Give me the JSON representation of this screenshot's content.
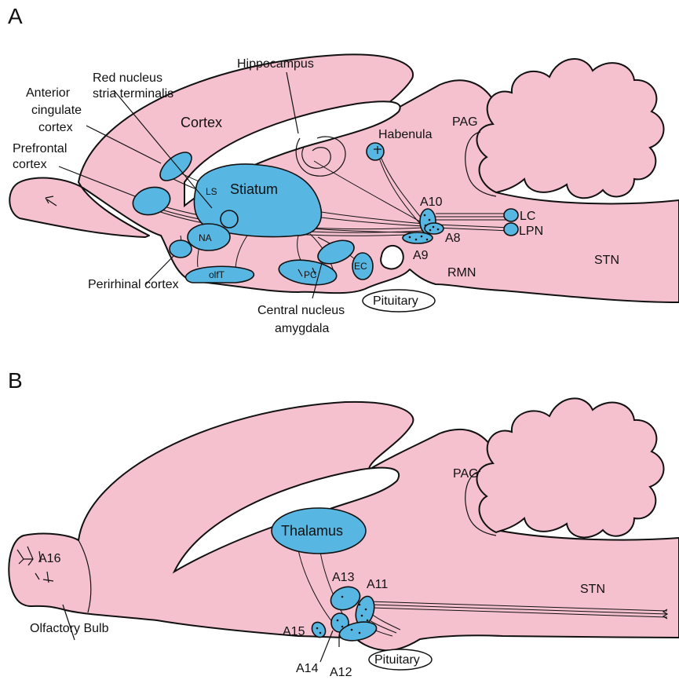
{
  "panel_a": {
    "letter": "A",
    "labels": {
      "hippocampus": "Hippocampus",
      "red_nucleus_1": "Red nucleus",
      "red_nucleus_2": "stria terminalis",
      "anterior_cingulate_1": "Anterior",
      "anterior_cingulate_2": "cingulate",
      "anterior_cingulate_3": "cortex",
      "prefrontal_1": "Prefrontal",
      "prefrontal_2": "cortex",
      "cortex": "Cortex",
      "habenula": "Habenula",
      "pag": "PAG",
      "ls": "LS",
      "striatum": "Stiatum",
      "a10": "A10",
      "lc": "LC",
      "lpn": "LPN",
      "a8": "A8",
      "a9": "A9",
      "na": "NA",
      "perirhinal": "Perirhinal cortex",
      "olft": "olfT",
      "pc": "PC",
      "ec": "EC",
      "rmn": "RMN",
      "stn": "STN",
      "pituitary": "Pituitary",
      "central_amygdala_1": "Central nucleus",
      "central_amygdala_2": "amygdala"
    }
  },
  "panel_b": {
    "letter": "B",
    "labels": {
      "pag": "PAG",
      "thalamus": "Thalamus",
      "a16": "A16",
      "a13": "A13",
      "a11": "A11",
      "stn": "STN",
      "olfactory_bulb": "Olfactory Bulb",
      "a15": "A15",
      "a14": "A14",
      "a12": "A12",
      "pituitary": "Pituitary"
    }
  },
  "colors": {
    "brain_fill": "#f5c1cf",
    "nucleus_fill": "#58b6e3",
    "outline": "#111111"
  }
}
